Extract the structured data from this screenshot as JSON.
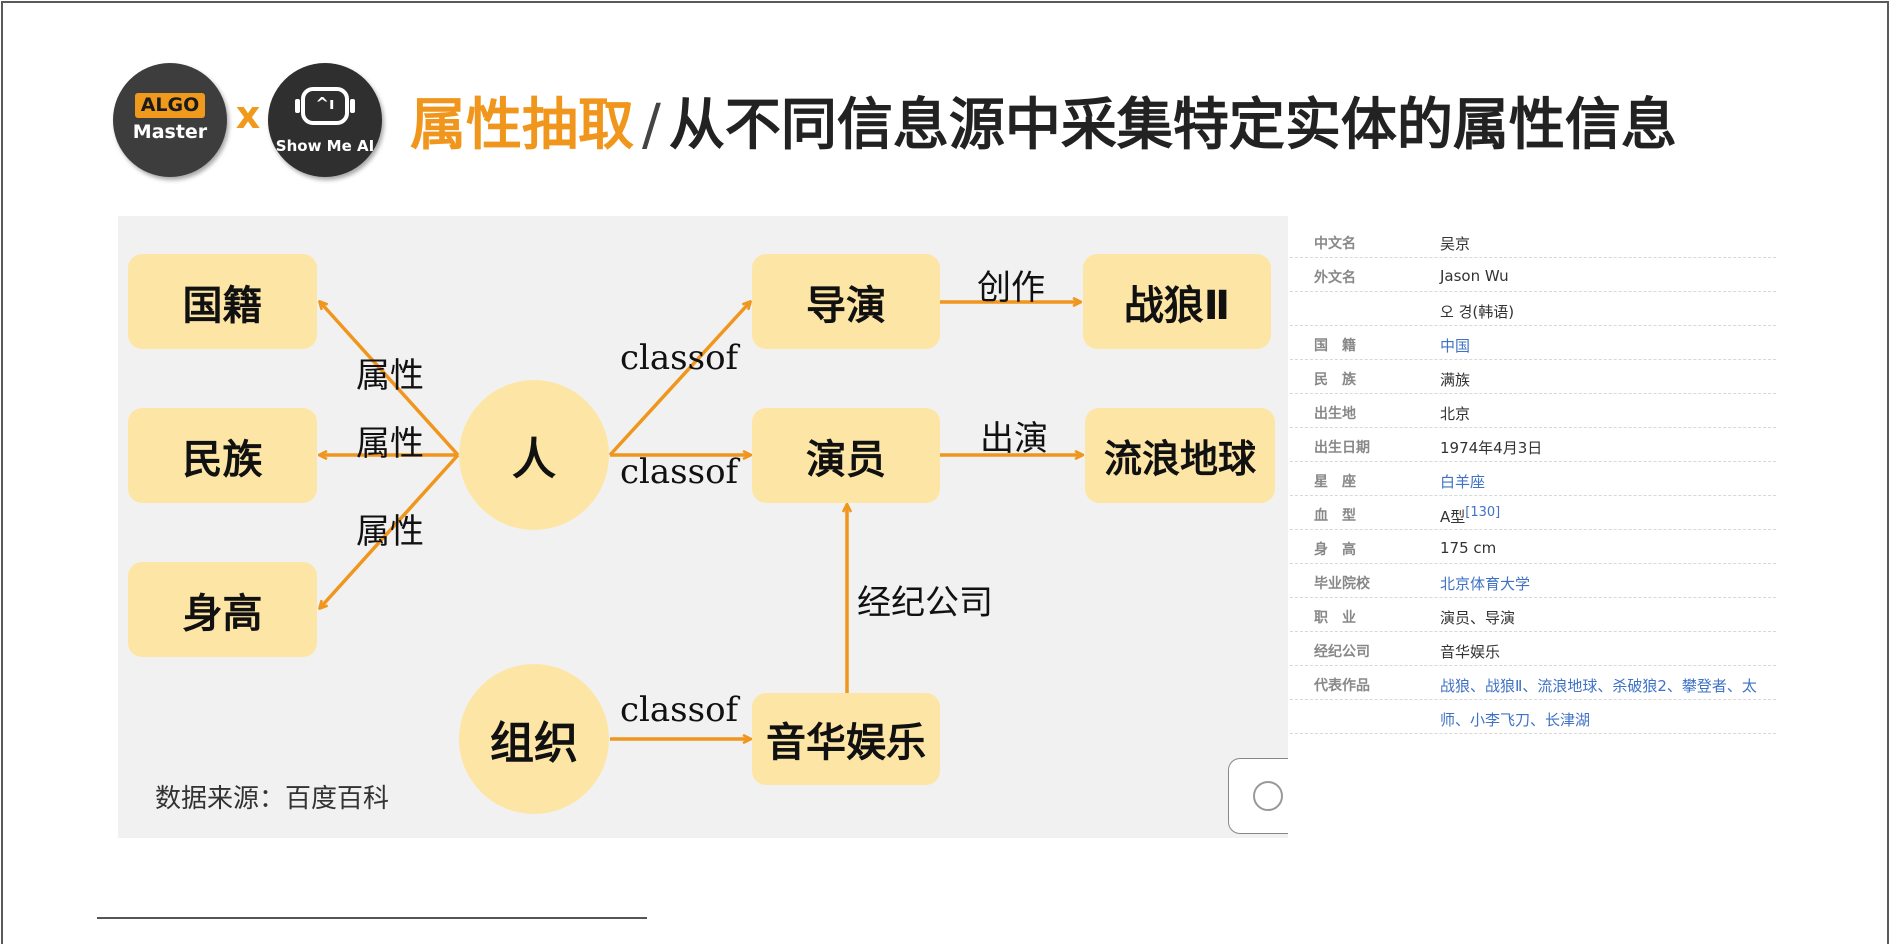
{
  "header": {
    "logo_algo_badge": "ALGO",
    "logo_algo_name": "Master",
    "x_mark": "x",
    "logo_showme_face": "^ı",
    "logo_showme_name": "Show Me AI",
    "title_accent": "属性抽取",
    "title_separator": "/",
    "title_rest": "从不同信息源中采集特定实体的属性信息"
  },
  "diagram": {
    "nodes": {
      "nationality": "国籍",
      "ethnicity": "民族",
      "height": "身高",
      "person": "人",
      "organization": "组织",
      "director": "导演",
      "actor": "演员",
      "company": "音华娱乐",
      "wolf_warrior": "战狼Ⅱ",
      "wandering_earth": "流浪地球"
    },
    "edges": {
      "attr_nationality": "属性",
      "attr_ethnicity": "属性",
      "attr_height": "属性",
      "classof_director": "classof",
      "classof_actor": "classof",
      "classof_company": "classof",
      "created": "创作",
      "acted_in": "出演",
      "agency": "经纪公司"
    },
    "source_note": "数据来源：百度百科",
    "colors": {
      "node_fill": "#fde6a5",
      "arrow": "#f0961c",
      "background": "#f1f1f1"
    }
  },
  "infobox": {
    "rows": [
      {
        "key": "中文名",
        "value": "吴京",
        "link": false
      },
      {
        "key": "外文名",
        "value": "Jason Wu",
        "link": false
      },
      {
        "key": "",
        "value": "오 경(韩语)",
        "link": false
      },
      {
        "key": "国　籍",
        "value": "中国",
        "link": true
      },
      {
        "key": "民　族",
        "value": "满族",
        "link": false
      },
      {
        "key": "出生地",
        "value": "北京",
        "link": false
      },
      {
        "key": "出生日期",
        "value": "1974年4月3日",
        "link": false
      },
      {
        "key": "星　座",
        "value": "白羊座",
        "link": true
      },
      {
        "key": "血　型",
        "value": "A型",
        "ref": "[130]",
        "link": false
      },
      {
        "key": "身　高",
        "value": "175 cm",
        "link": false
      },
      {
        "key": "毕业院校",
        "value": "北京体育大学",
        "link": true
      },
      {
        "key": "职　业",
        "value": "演员、导演",
        "link": false
      },
      {
        "key": "经纪公司",
        "value": "音华娱乐",
        "link": false
      },
      {
        "key": "代表作品",
        "value": "战狼、战狼Ⅱ、流浪地球、杀破狼2、攀登者、太",
        "link": true
      },
      {
        "key": "",
        "value": "师、小李飞刀、长津湖",
        "link": true
      }
    ]
  }
}
